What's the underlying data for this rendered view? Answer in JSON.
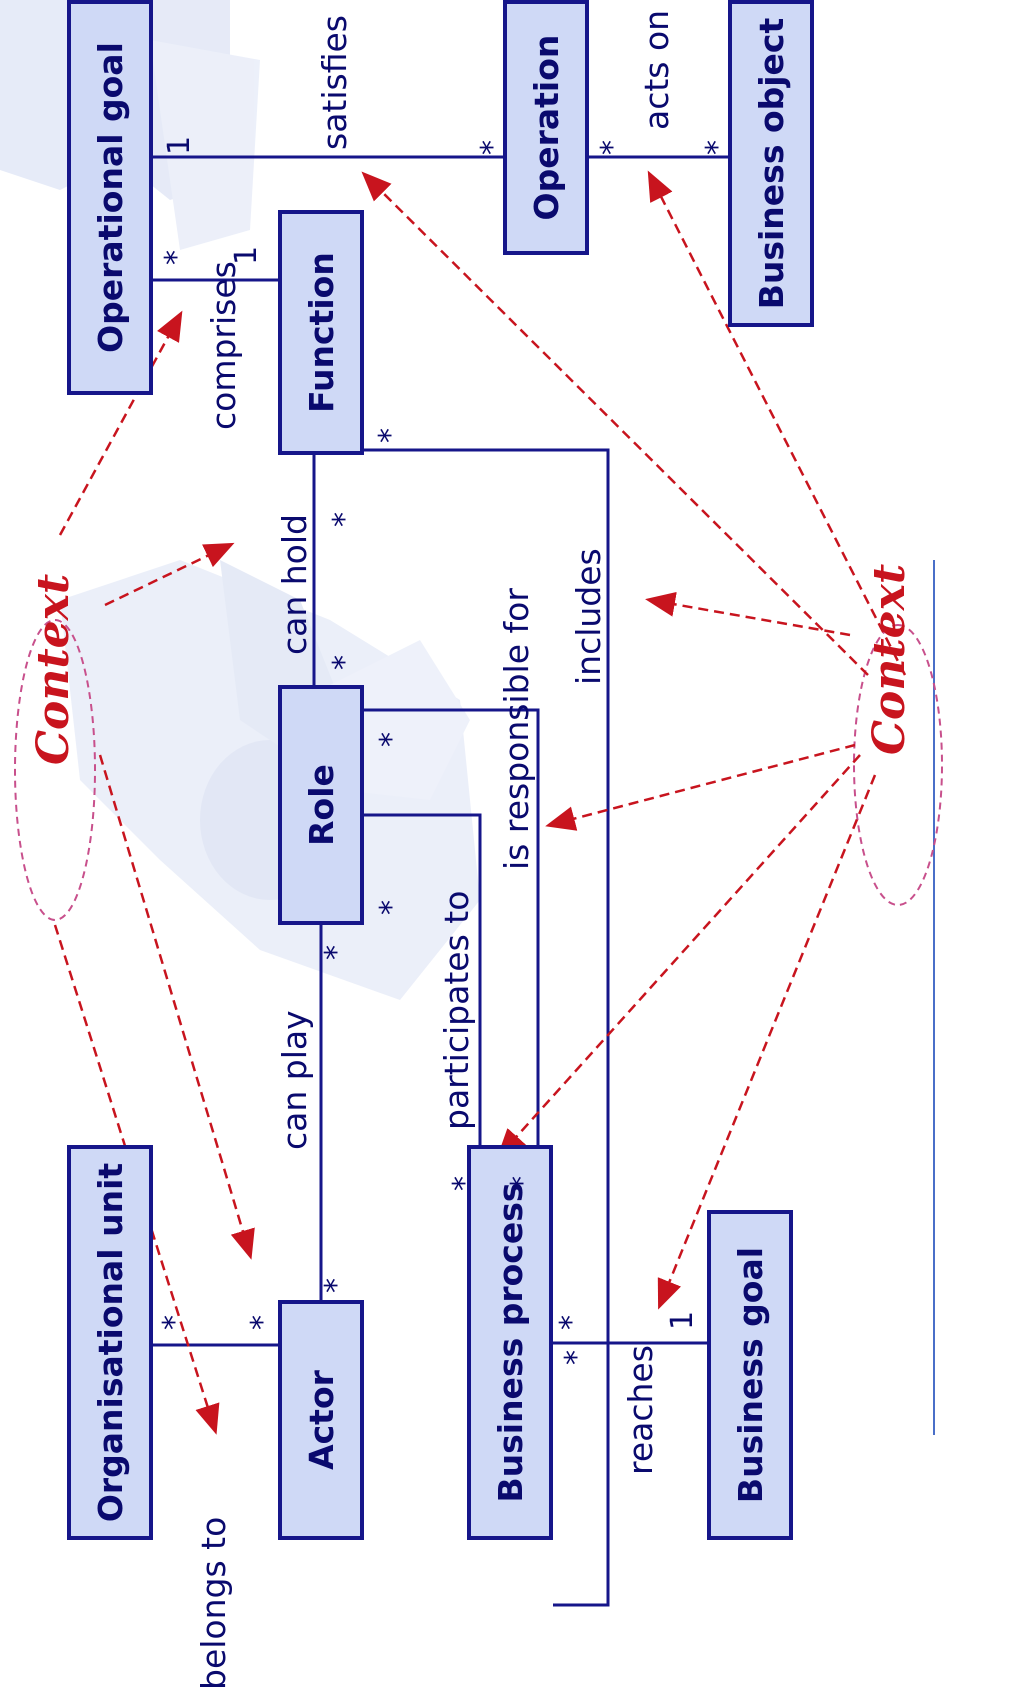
{
  "entities": {
    "organisational_unit": "Organisational unit",
    "actor": "Actor",
    "business_process": "Business process",
    "business_goal": "Business goal",
    "role": "Role",
    "function": "Function",
    "operational_goal": "Operational goal",
    "operation": "Operation",
    "business_object": "Business object"
  },
  "relations": {
    "belongs_to": "belongs to",
    "can_play": "can play",
    "reaches": "reaches",
    "participates_to": "participates to",
    "is_responsible_for": "is responsible for",
    "includes": "includes",
    "can_hold": "can hold",
    "comprises": "comprises",
    "satisfies": "satisfies",
    "acts_on": "acts on"
  },
  "multiplicity": {
    "many": "*",
    "one": "1"
  },
  "context_label": "Context",
  "colors": {
    "entity_fill": "#cfd9f6",
    "entity_border": "#16168a",
    "text": "#0a0a6e",
    "context_arrow": "#c8141e",
    "context_ellipse": "#c8508c",
    "rule_line": "#4a6fc8"
  }
}
